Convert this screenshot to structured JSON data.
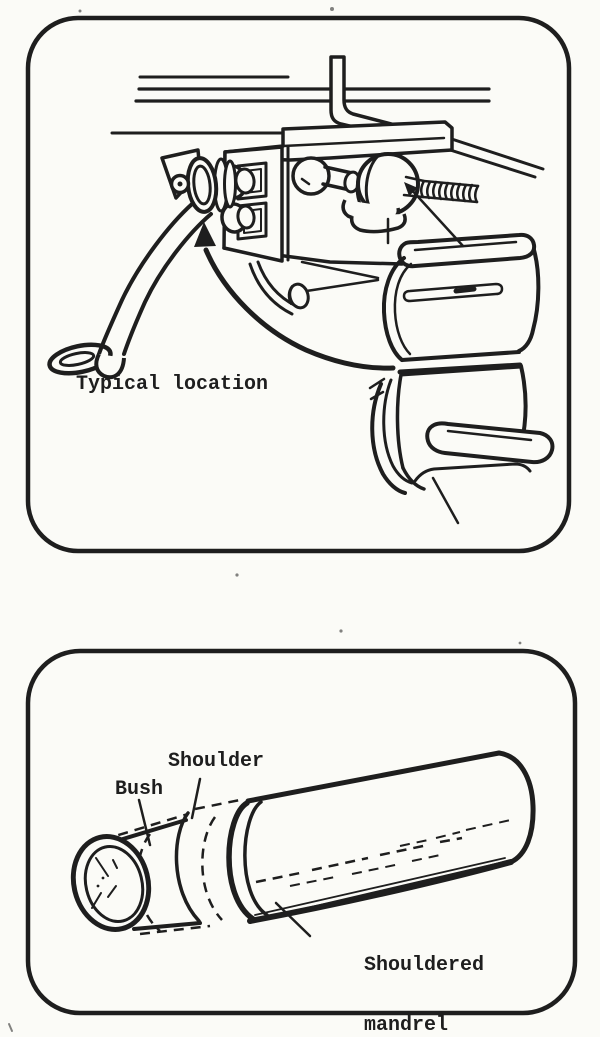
{
  "theme": {
    "paper": "#fbfbf7",
    "ink": "#1e1e1e"
  },
  "top_figure": {
    "caption": "Typical location"
  },
  "bottom_figure": {
    "labels": {
      "shoulder": "Shoulder",
      "bush": "Bush",
      "mandrel_line1": "Shouldered",
      "mandrel_line2": "mandrel"
    }
  }
}
